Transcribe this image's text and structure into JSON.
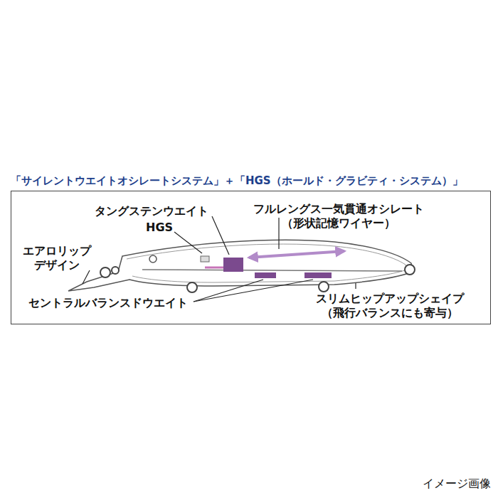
{
  "diagram": {
    "title": "「サイレントウエイトオシレートシステム」＋「HGS（ホールド・グラビティ・システム）」",
    "caption": "イメージ画像",
    "labels": [
      "タングステンウエイト",
      "フルレングス一気貫通オシレート （形状記憶ワイヤー）",
      "HGS",
      "エアロリップ デザイン",
      "セントラルバランスドウエイト",
      "スリムヒップアップシェイプ （飛行バランスにも寄与）"
    ]
  }
}
